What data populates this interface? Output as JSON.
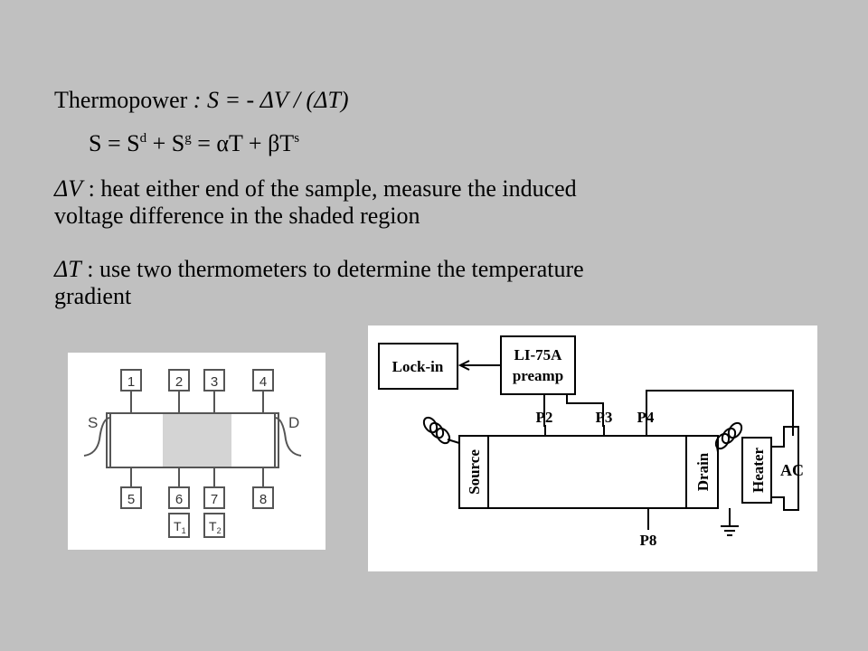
{
  "text": {
    "thermopower_label": "Thermopower",
    "thermopower_formula": ": S = - ΔV / (ΔT)",
    "seebeck_sum": {
      "p1": "S = S",
      "sup1": "d",
      "p2": " + S",
      "sup2": "g",
      "p3": " = αT + βT",
      "sup3": "s"
    },
    "dv_symbol": "ΔV",
    "dv_line1": " : heat either end of the sample, measure the induced",
    "dv_line2": "voltage difference in the shaded region",
    "dt_symbol": "ΔT",
    "dt_line1": " : use two thermometers to determine the temperature",
    "dt_line2": "gradient"
  },
  "left_diagram": {
    "top_pads": [
      "1",
      "2",
      "3",
      "4"
    ],
    "bottom_pads": [
      "5",
      "6",
      "7",
      "8"
    ],
    "left_lead": "S",
    "right_lead": "D",
    "thermometers": [
      {
        "base": "T",
        "sub": "1"
      },
      {
        "base": "T",
        "sub": "2"
      }
    ]
  },
  "right_diagram": {
    "lockin": "Lock-in",
    "preamp_line1": "LI-75A",
    "preamp_line2": "preamp",
    "probes": [
      "P2",
      "P3",
      "P4",
      "P8"
    ],
    "source": "Source",
    "drain": "Drain",
    "heater": "Heater",
    "ac": "AC"
  }
}
